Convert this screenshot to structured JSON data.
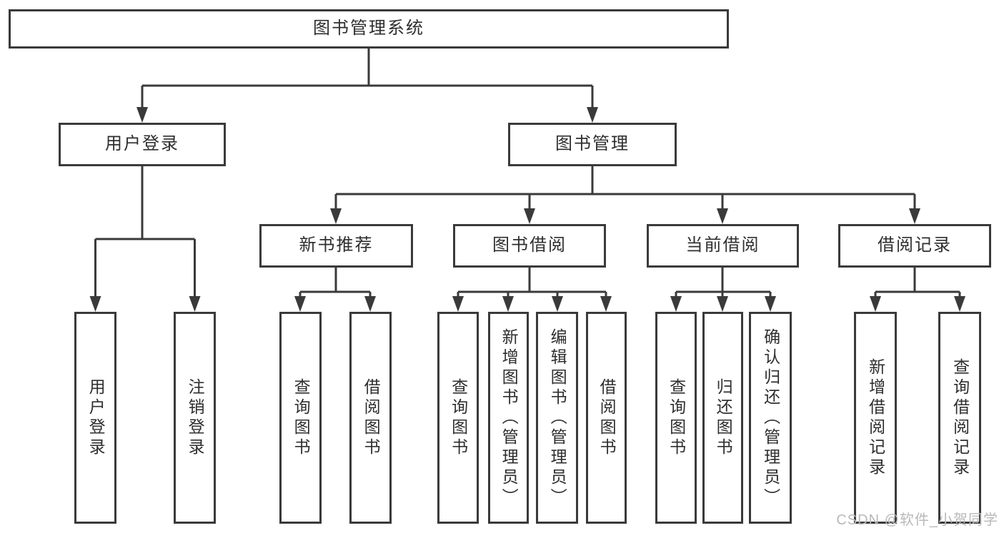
{
  "diagram": {
    "colors": {
      "line": "#3a3a3a",
      "text": "#2e2e2e",
      "background": "#ffffff",
      "watermark_text_color": "#b9b9b9"
    },
    "watermark": "CSDN @软件_小贺同学",
    "nodes": {
      "root": {
        "label": "图书管理系统"
      },
      "user_login": {
        "label": "用户登录"
      },
      "book_mgmt": {
        "label": "图书管理"
      },
      "new_book_rec": {
        "label": "新书推荐"
      },
      "book_borrow": {
        "label": "图书借阅"
      },
      "current_borrow": {
        "label": "当前借阅"
      },
      "borrow_record": {
        "label": "借阅记录"
      },
      "ul_login": {
        "label": "用户登录"
      },
      "ul_logout": {
        "label": "注销登录"
      },
      "nb_query_book": {
        "label": "查询图书"
      },
      "nb_borrow_book": {
        "label": "借阅图书"
      },
      "bb_query_book": {
        "label": "查询图书"
      },
      "bb_add_book": {
        "label": "新增图书（管理员）"
      },
      "bb_edit_book": {
        "label": "编辑图书（管理员）"
      },
      "bb_borrow_book": {
        "label": "借阅图书"
      },
      "cb_query_book": {
        "label": "查询图书"
      },
      "cb_return_book": {
        "label": "归还图书"
      },
      "cb_confirm_return": {
        "label": "确认归还（管理员）"
      },
      "br_add_record": {
        "label": "新增借阅记录"
      },
      "br_query_record": {
        "label": "查询借阅记录"
      }
    }
  }
}
